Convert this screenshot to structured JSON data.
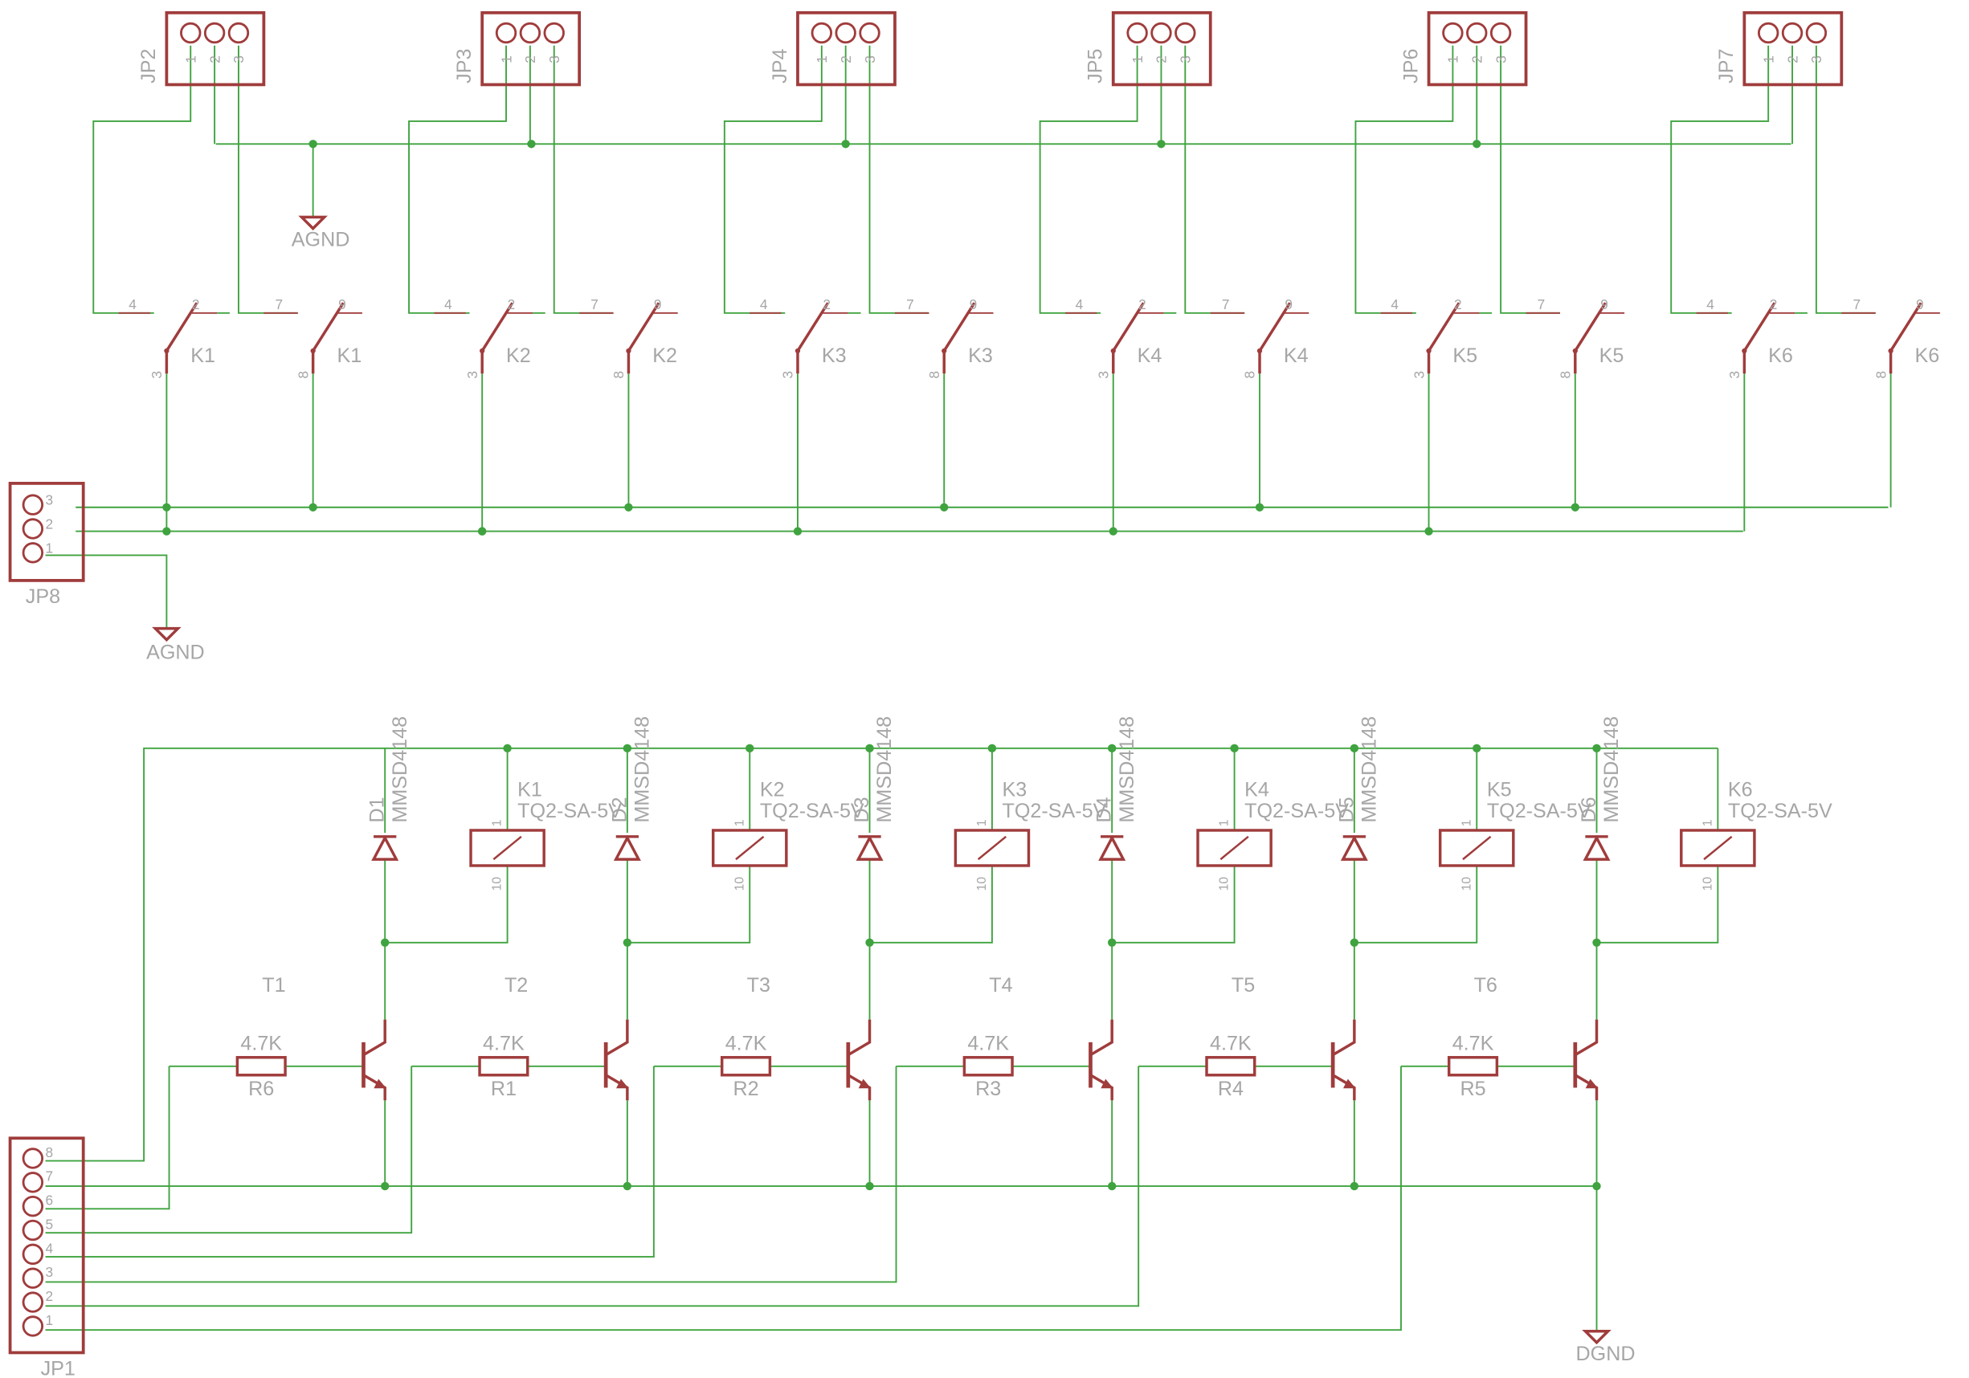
{
  "colors": {
    "wire": "#3fa33f",
    "part": "#a03c3c",
    "text": "#a6a6a6",
    "junction": "#3fa33f"
  },
  "top": {
    "headers": [
      "JP2",
      "JP3",
      "JP4",
      "JP5",
      "JP6",
      "JP7"
    ],
    "header_pins": [
      "1",
      "2",
      "3"
    ],
    "relays": [
      "K1",
      "K2",
      "K3",
      "K4",
      "K5",
      "K6"
    ],
    "contact_pins": {
      "left_a": "4",
      "left_b": "2",
      "left_c": "3",
      "right_a": "7",
      "right_b": "9",
      "right_c": "8"
    },
    "agnd_label": "AGND",
    "jp8": {
      "name": "JP8",
      "pins": [
        "3",
        "2",
        "1"
      ]
    },
    "jp8_gnd": "AGND"
  },
  "bottom": {
    "diodes": [
      {
        "ref": "D1",
        "part": "MMSD4148"
      },
      {
        "ref": "D2",
        "part": "MMSD4148"
      },
      {
        "ref": "D3",
        "part": "MMSD4148"
      },
      {
        "ref": "D4",
        "part": "MMSD4148"
      },
      {
        "ref": "D5",
        "part": "MMSD4148"
      },
      {
        "ref": "D6",
        "part": "MMSD4148"
      }
    ],
    "coils": [
      {
        "ref": "K1",
        "part": "TQ2-SA-5V"
      },
      {
        "ref": "K2",
        "part": "TQ2-SA-5V"
      },
      {
        "ref": "K3",
        "part": "TQ2-SA-5V"
      },
      {
        "ref": "K4",
        "part": "TQ2-SA-5V"
      },
      {
        "ref": "K5",
        "part": "TQ2-SA-5V"
      },
      {
        "ref": "K6",
        "part": "TQ2-SA-5V"
      }
    ],
    "coil_pin_top": "1",
    "coil_pin_bottom": "10",
    "transistors": [
      "T1",
      "T2",
      "T3",
      "T4",
      "T5",
      "T6"
    ],
    "resistors": [
      {
        "ref": "R6",
        "value": "4.7K"
      },
      {
        "ref": "R1",
        "value": "4.7K"
      },
      {
        "ref": "R2",
        "value": "4.7K"
      },
      {
        "ref": "R3",
        "value": "4.7K"
      },
      {
        "ref": "R4",
        "value": "4.7K"
      },
      {
        "ref": "R5",
        "value": "4.7K"
      }
    ],
    "jp1": {
      "name": "JP1",
      "pins": [
        "8",
        "7",
        "6",
        "5",
        "4",
        "3",
        "2",
        "1"
      ]
    },
    "dgnd_label": "DGND"
  }
}
